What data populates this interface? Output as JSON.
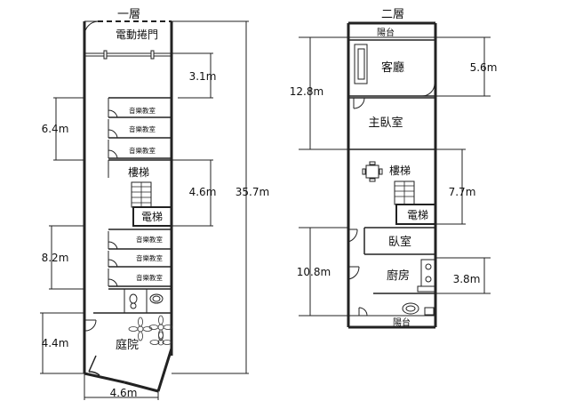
{
  "floor1": {
    "title": "一層",
    "rooms": {
      "shutter": "電動捲門",
      "music1": "音樂教室",
      "music2": "音樂教室",
      "music3": "音樂教室",
      "stairs": "樓梯",
      "elevator": "電梯",
      "music4": "音樂教室",
      "music5": "音樂教室",
      "music6": "音樂教室",
      "garden": "庭院"
    },
    "dims": {
      "d1": "3.1m",
      "d2": "6.4m",
      "d3": "4.6m",
      "d4": "35.7m",
      "d5": "8.2m",
      "d6": "4.4m",
      "d7": "4.6m"
    }
  },
  "floor2": {
    "title": "二層",
    "rooms": {
      "balcony_top": "陽台",
      "living": "客廳",
      "master": "主臥室",
      "stairs": "樓梯",
      "elevator": "電梯",
      "bedroom": "臥室",
      "kitchen": "廚房",
      "balcony_bottom": "陽台"
    },
    "dims": {
      "d1": "12.8m",
      "d2": "5.6m",
      "d3": "7.7m",
      "d4": "10.8m",
      "d5": "3.8m"
    }
  }
}
